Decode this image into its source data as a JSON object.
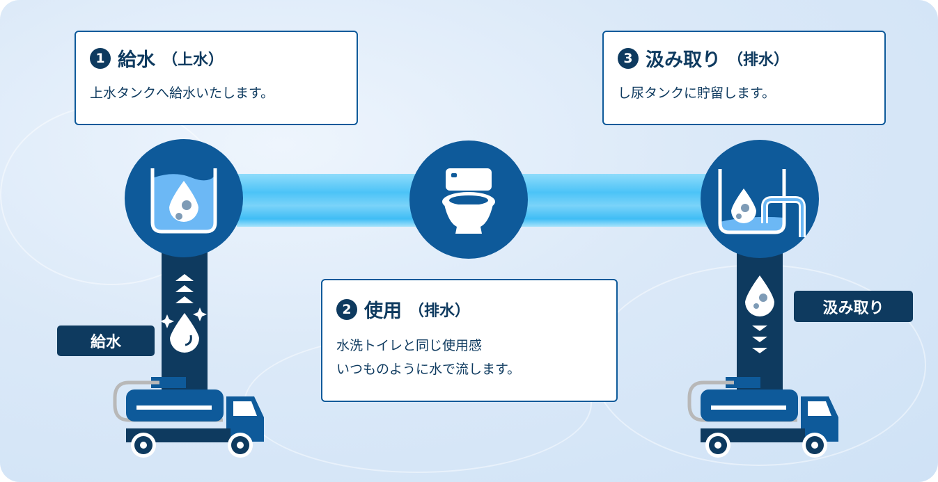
{
  "steps": [
    {
      "number": "1",
      "title": "給水",
      "subtitle": "（上水）",
      "description": "上水タンクへ給水いたします。"
    },
    {
      "number": "2",
      "title": "使用",
      "subtitle": "（排水）",
      "description_lines": [
        "水洗トイレと同じ使用感",
        "いつものように水で流します。"
      ]
    },
    {
      "number": "3",
      "title": "汲み取り",
      "subtitle": "（排水）",
      "description": "し尿タンクに貯留します。"
    }
  ],
  "tags": {
    "supply": "給水",
    "pumping": "汲み取り"
  },
  "colors": {
    "circle": "#0e5a9a",
    "pillar": "#0e3a5f",
    "water": "#6cb8f5"
  }
}
